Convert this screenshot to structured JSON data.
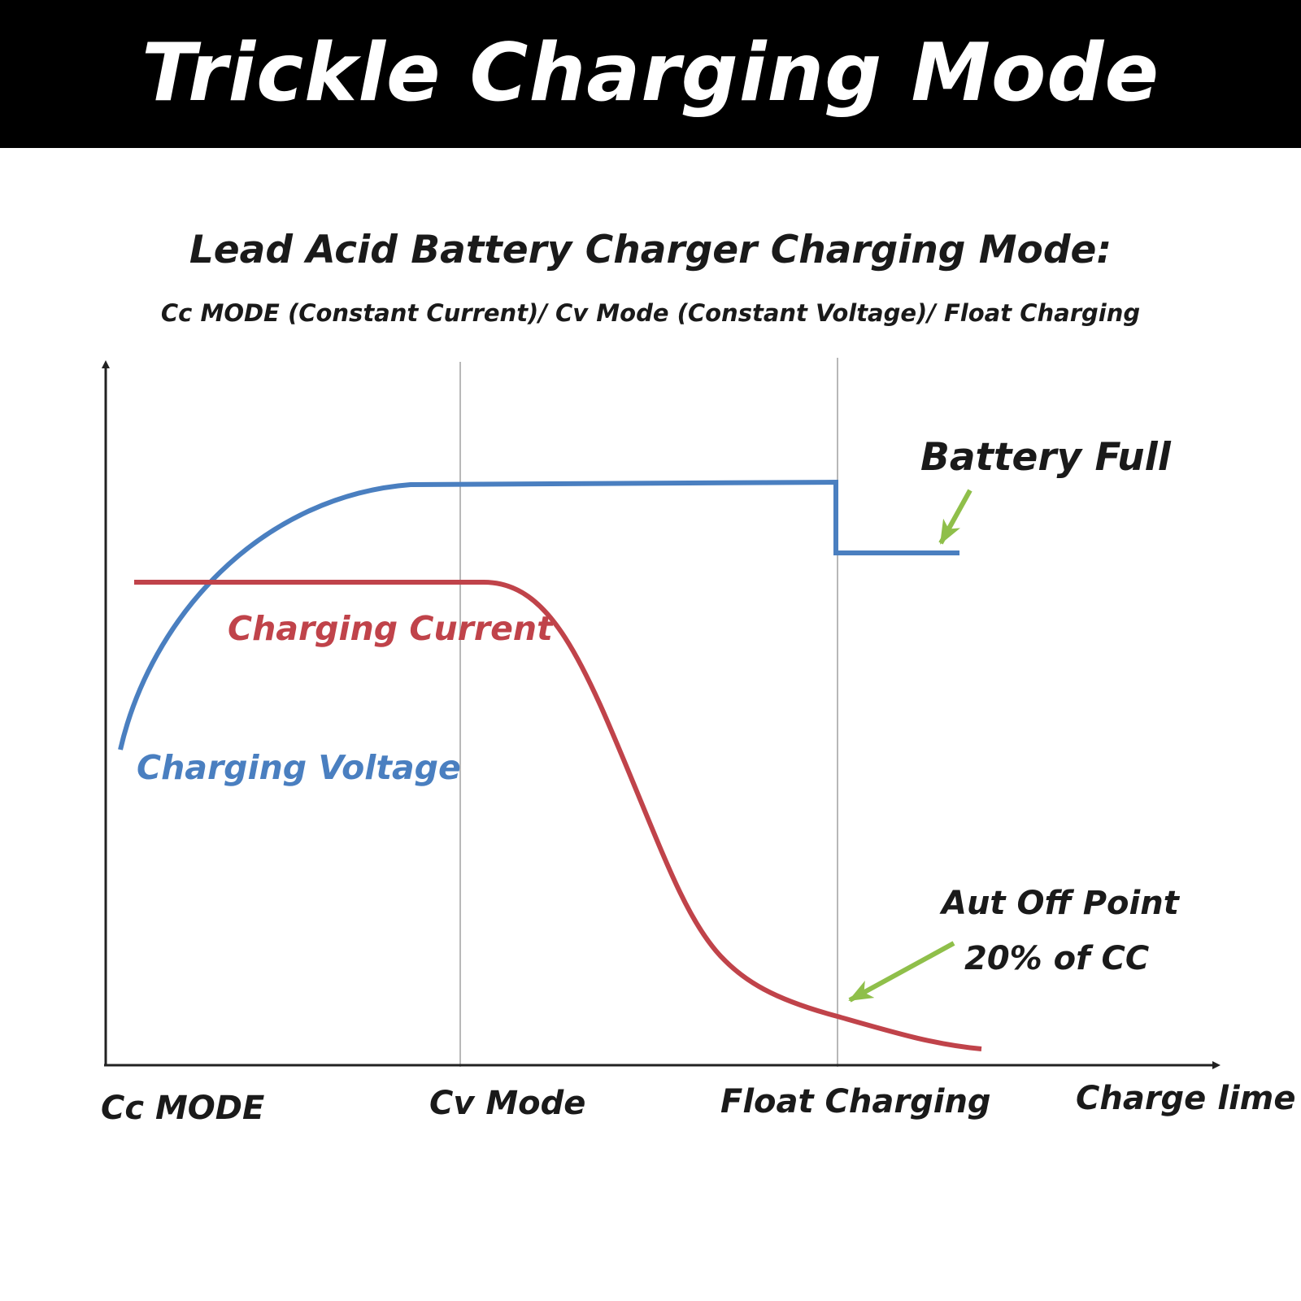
{
  "banner": {
    "title": "Trickle Charging Mode"
  },
  "heading": {
    "title": "Lead Acid Battery Charger Charging Mode:",
    "subtitle": "Cc MODE (Constant Current)/ Cv Mode (Constant Voltage)/ Float Charging"
  },
  "diagram": {
    "phases": [
      "Cc MODE",
      "Cv Mode",
      "Float Charging"
    ],
    "x_axis_label": "Charge lime",
    "curves": {
      "voltage": {
        "label": "Charging Voltage",
        "color": "#4a7fc0"
      },
      "current": {
        "label": "Charging Current",
        "color": "#c0434a"
      }
    },
    "annotations": {
      "battery_full": "Battery Full",
      "auto_off_line1": "Aut Off Point",
      "auto_off_line2": "20% of CC"
    },
    "arrow_color": "#8fbf4a"
  }
}
